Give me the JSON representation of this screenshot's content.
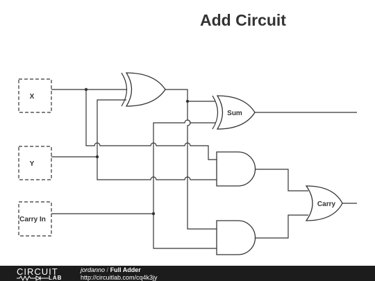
{
  "title": "Add Circuit",
  "inputs": {
    "x": "X",
    "y": "Y",
    "carry_in": "Carry In"
  },
  "outputs": {
    "sum": "Sum",
    "carry": "Carry"
  },
  "footer": {
    "logo_top": "CIRCUIT",
    "logo_bottom": "LAB",
    "author": "jordanno",
    "separator": "/",
    "circuit_name": "Full Adder",
    "url": "http://circuitlab.com/cq4k3jy"
  }
}
